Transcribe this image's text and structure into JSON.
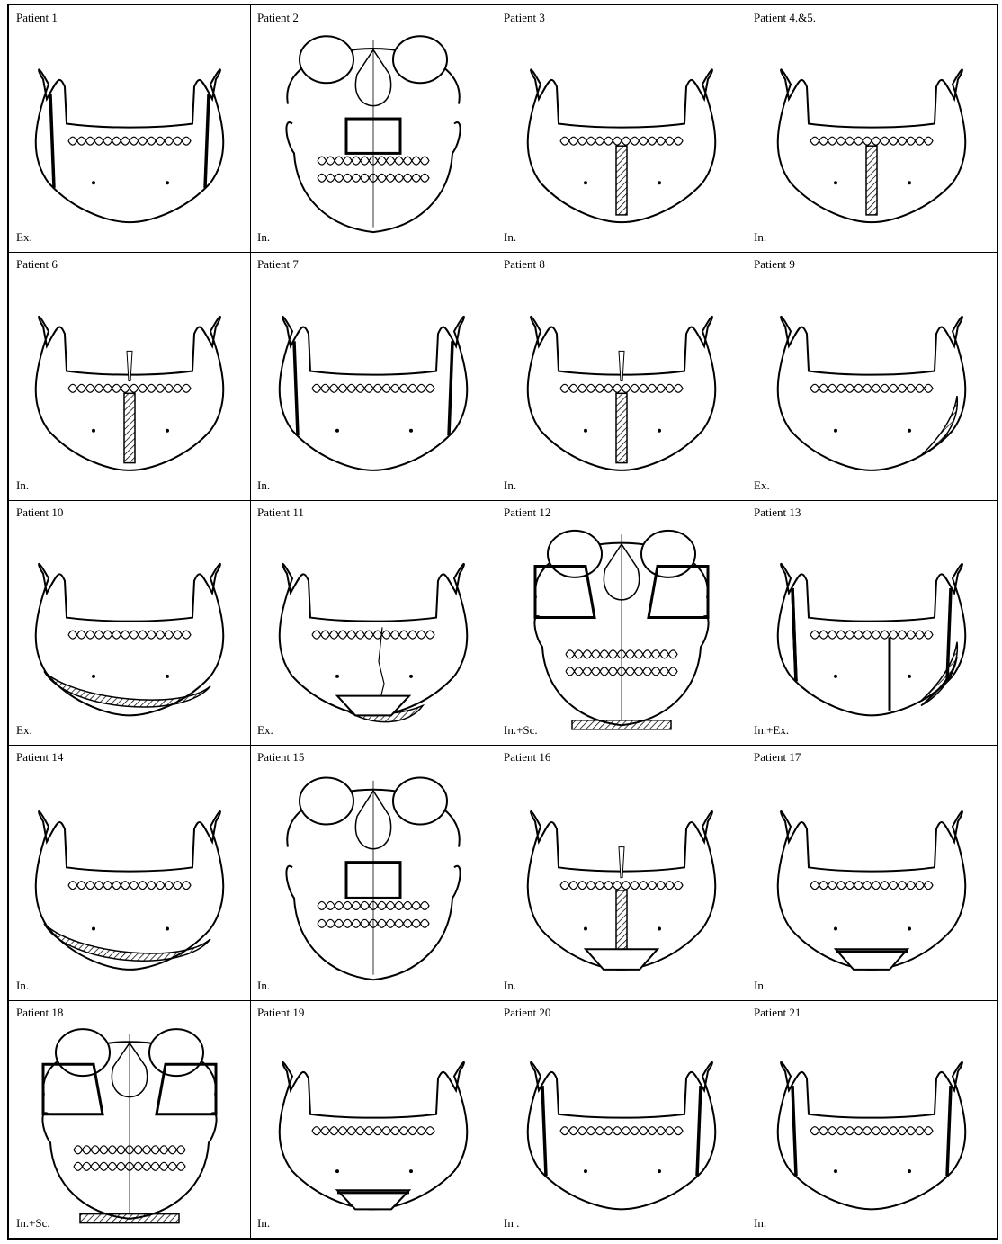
{
  "patients": [
    {
      "label": "Patient 1",
      "technique": "Ex.",
      "kind": "jaw",
      "marks": "ramus"
    },
    {
      "label": "Patient 2",
      "technique": "In.",
      "kind": "skull",
      "marks": "midface"
    },
    {
      "label": "Patient 3",
      "technique": "In.",
      "kind": "jaw",
      "marks": "midline"
    },
    {
      "label": "Patient 4.&5.",
      "technique": "In.",
      "kind": "jaw",
      "marks": "midline"
    },
    {
      "label": "Patient 6",
      "technique": "In.",
      "kind": "jaw",
      "marks": "split-tooth"
    },
    {
      "label": "Patient 7",
      "technique": "In.",
      "kind": "jaw",
      "marks": "ramus"
    },
    {
      "label": "Patient 8",
      "technique": "In.",
      "kind": "jaw",
      "marks": "split-tooth"
    },
    {
      "label": "Patient 9",
      "technique": "Ex.",
      "kind": "jaw",
      "marks": "angle"
    },
    {
      "label": "Patient 10",
      "technique": "Ex.",
      "kind": "jaw",
      "marks": "lower-border"
    },
    {
      "label": "Patient 11",
      "technique": "Ex.",
      "kind": "jaw",
      "marks": "chin-fracture"
    },
    {
      "label": "Patient 12",
      "technique": "In.+Sc.",
      "kind": "skull",
      "marks": "lefort"
    },
    {
      "label": "Patient 13",
      "technique": "In.+Ex.",
      "kind": "jaw",
      "marks": "ramus-angle"
    },
    {
      "label": "Patient 14",
      "technique": "In.",
      "kind": "jaw",
      "marks": "lower-border"
    },
    {
      "label": "Patient 15",
      "technique": "In.",
      "kind": "skull",
      "marks": "midface"
    },
    {
      "label": "Patient 16",
      "technique": "In.",
      "kind": "jaw",
      "marks": "split-tooth-chin"
    },
    {
      "label": "Patient 17",
      "technique": "In.",
      "kind": "jaw",
      "marks": "chin-wedge"
    },
    {
      "label": "Patient 18",
      "technique": "In.+Sc.",
      "kind": "skull",
      "marks": "lefort"
    },
    {
      "label": "Patient 19",
      "technique": "In.",
      "kind": "jaw",
      "marks": "chin-wedge"
    },
    {
      "label": "Patient 20",
      "technique": "In .",
      "kind": "jaw",
      "marks": "ramus"
    },
    {
      "label": "Patient 21",
      "technique": "In.",
      "kind": "jaw",
      "marks": "ramus"
    }
  ],
  "style": {
    "ink": "#000000",
    "paper": "#ffffff"
  }
}
